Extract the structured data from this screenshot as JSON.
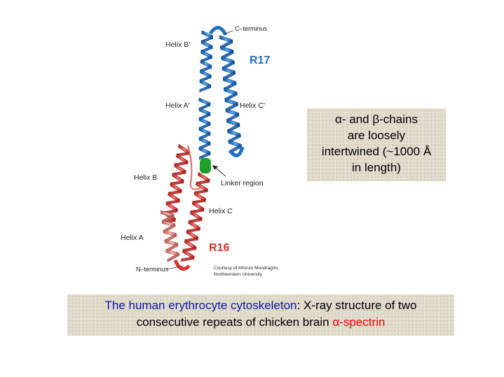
{
  "diagram": {
    "labels": {
      "c_terminus": "C–terminus",
      "helix_b_prime": "Helix  B'",
      "r17": "R17",
      "helix_a_prime": "Helix  A'",
      "helix_c_prime": "Helix  C'",
      "helix_b": "Helix  B",
      "linker_region": "Linker  region",
      "helix_c": "Helix  C",
      "helix_a": "Helix  A",
      "r16": "R16",
      "n_terminus": "N–terminus",
      "courtesy_line1": "Courtesy of Alfonso Mondragón,",
      "courtesy_line2": "Northwestern University"
    },
    "colors": {
      "r17_helix": "#1e6fc0",
      "r16_helix": "#e03a36",
      "linker": "#1fa02a",
      "r17_label": "#1e6fc0",
      "r16_label": "#d8322c"
    }
  },
  "info_box": {
    "alpha": "α",
    "line1_mid": "- and ",
    "beta": "β",
    "line1_end": "-chains",
    "line2": "are loosely",
    "line3": "intertwined (~1000 Å",
    "line4": "in length)"
  },
  "caption": {
    "part1_blue": "The human erythrocyte cytoskeleton",
    "part1_colon": ":  X-ray structure of two",
    "line2_start": "consecutive repeats of chicken brain ",
    "alpha": "α",
    "spectrin": "-spectrin"
  }
}
